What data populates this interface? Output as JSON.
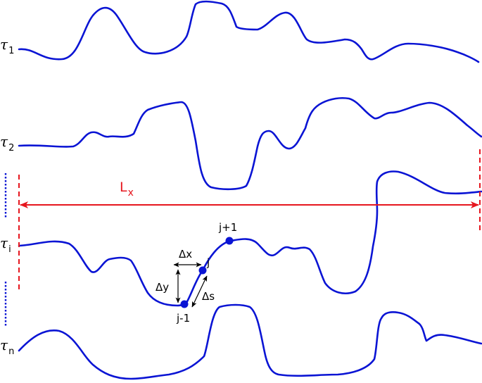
{
  "colors": {
    "trajectory": "#0a14d4",
    "length": "#e6161e",
    "annotation": "#000000"
  },
  "labels": {
    "tau_symbol": "τ",
    "tau1_sub": "1",
    "tau2_sub": "2",
    "taui_sub": "i",
    "taun_sub": "n",
    "lx_main": "L",
    "lx_sub": "x",
    "j_minus_1": "j-1",
    "j": "j",
    "j_plus_1": "j+1",
    "dx": "Δx",
    "dy": "Δy",
    "ds": "Δs"
  }
}
